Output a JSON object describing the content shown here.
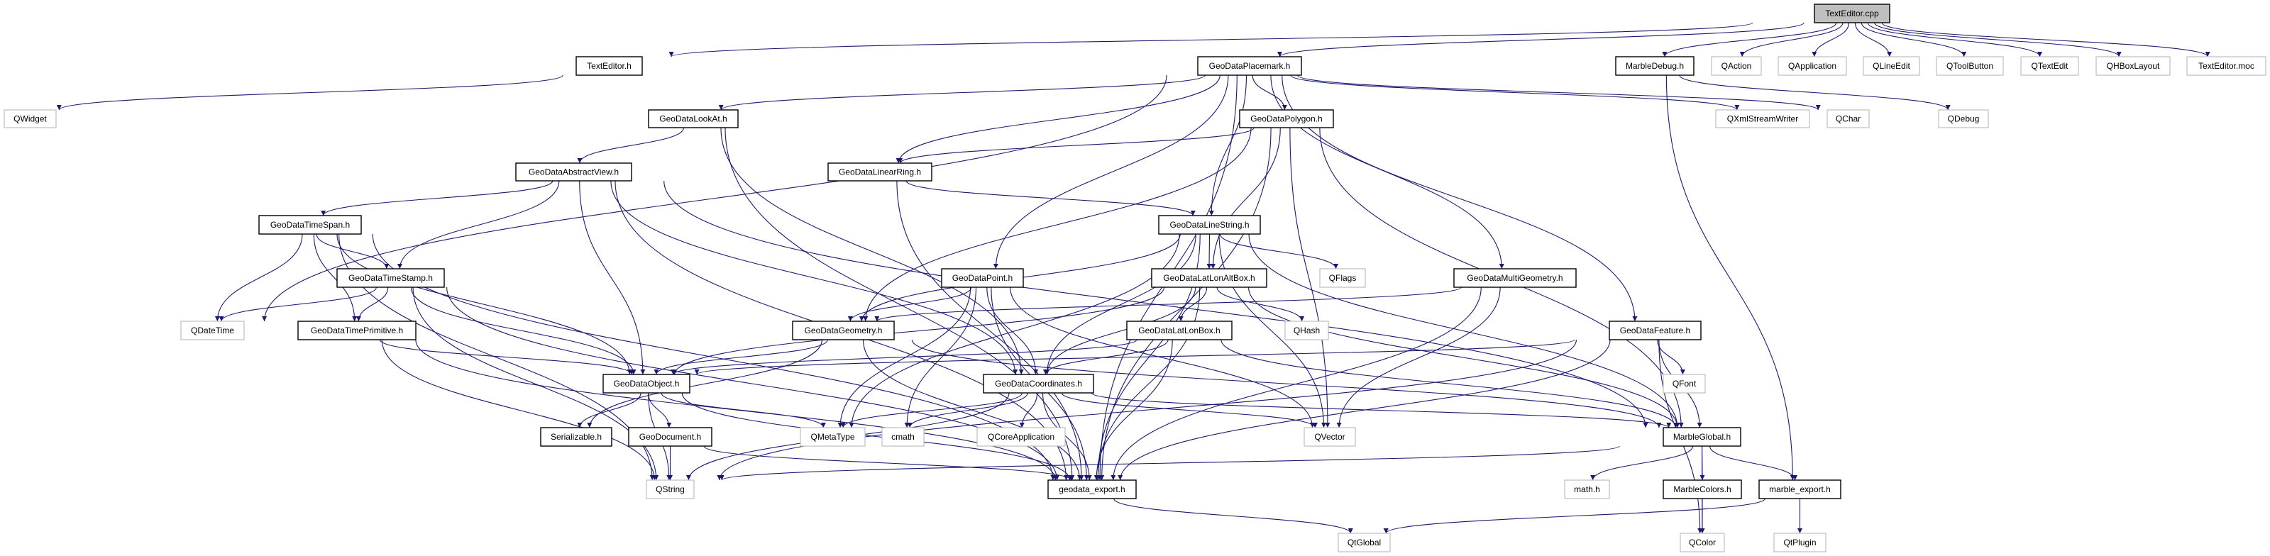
{
  "graph": {
    "type": "include-dependency-graph",
    "colors": {
      "edge": "#191970",
      "root_fill": "#bfbfbf",
      "documented_border": "#000000",
      "external_border": "#bfbfbf",
      "node_fill": "#ffffff"
    },
    "nodes": [
      {
        "label": "TextEditor.cpp",
        "kind": "root"
      },
      {
        "label": "TextEditor.h",
        "kind": "documented"
      },
      {
        "label": "GeoDataPlacemark.h",
        "kind": "documented"
      },
      {
        "label": "MarbleDebug.h",
        "kind": "documented"
      },
      {
        "label": "QAction",
        "kind": "external"
      },
      {
        "label": "QApplication",
        "kind": "external"
      },
      {
        "label": "QLineEdit",
        "kind": "external"
      },
      {
        "label": "QToolButton",
        "kind": "external"
      },
      {
        "label": "QTextEdit",
        "kind": "external"
      },
      {
        "label": "QHBoxLayout",
        "kind": "external"
      },
      {
        "label": "TextEditor.moc",
        "kind": "external"
      },
      {
        "label": "QWidget",
        "kind": "external"
      },
      {
        "label": "GeoDataLookAt.h",
        "kind": "documented"
      },
      {
        "label": "GeoDataPolygon.h",
        "kind": "documented"
      },
      {
        "label": "QXmlStreamWriter",
        "kind": "external"
      },
      {
        "label": "QChar",
        "kind": "external"
      },
      {
        "label": "QDebug",
        "kind": "external"
      },
      {
        "label": "GeoDataAbstractView.h",
        "kind": "documented"
      },
      {
        "label": "GeoDataLinearRing.h",
        "kind": "documented"
      },
      {
        "label": "GeoDataTimeSpan.h",
        "kind": "documented"
      },
      {
        "label": "GeoDataLineString.h",
        "kind": "documented"
      },
      {
        "label": "GeoDataTimeStamp.h",
        "kind": "documented"
      },
      {
        "label": "GeoDataPoint.h",
        "kind": "documented"
      },
      {
        "label": "GeoDataLatLonAltBox.h",
        "kind": "documented"
      },
      {
        "label": "QFlags",
        "kind": "external"
      },
      {
        "label": "GeoDataMultiGeometry.h",
        "kind": "documented"
      },
      {
        "label": "QDateTime",
        "kind": "external"
      },
      {
        "label": "GeoDataTimePrimitive.h",
        "kind": "documented"
      },
      {
        "label": "GeoDataGeometry.h",
        "kind": "documented"
      },
      {
        "label": "GeoDataLatLonBox.h",
        "kind": "documented"
      },
      {
        "label": "QHash",
        "kind": "external"
      },
      {
        "label": "GeoDataFeature.h",
        "kind": "documented"
      },
      {
        "label": "GeoDataObject.h",
        "kind": "documented"
      },
      {
        "label": "GeoDataCoordinates.h",
        "kind": "documented"
      },
      {
        "label": "QFont",
        "kind": "external"
      },
      {
        "label": "Serializable.h",
        "kind": "documented"
      },
      {
        "label": "GeoDocument.h",
        "kind": "documented"
      },
      {
        "label": "QMetaType",
        "kind": "external"
      },
      {
        "label": "cmath",
        "kind": "external"
      },
      {
        "label": "QCoreApplication",
        "kind": "external"
      },
      {
        "label": "QVector",
        "kind": "external"
      },
      {
        "label": "MarbleGlobal.h",
        "kind": "documented"
      },
      {
        "label": "QString",
        "kind": "external"
      },
      {
        "label": "geodata_export.h",
        "kind": "documented"
      },
      {
        "label": "math.h",
        "kind": "external"
      },
      {
        "label": "MarbleColors.h",
        "kind": "documented"
      },
      {
        "label": "marble_export.h",
        "kind": "documented"
      },
      {
        "label": "QtGlobal",
        "kind": "external"
      },
      {
        "label": "QColor",
        "kind": "external"
      },
      {
        "label": "QtPlugin",
        "kind": "external"
      }
    ],
    "edges": [
      [
        "TextEditor.cpp",
        "TextEditor.h"
      ],
      [
        "TextEditor.cpp",
        "GeoDataPlacemark.h"
      ],
      [
        "TextEditor.cpp",
        "MarbleDebug.h"
      ],
      [
        "TextEditor.cpp",
        "QAction"
      ],
      [
        "TextEditor.cpp",
        "QApplication"
      ],
      [
        "TextEditor.cpp",
        "QLineEdit"
      ],
      [
        "TextEditor.cpp",
        "QToolButton"
      ],
      [
        "TextEditor.cpp",
        "QTextEdit"
      ],
      [
        "TextEditor.cpp",
        "QHBoxLayout"
      ],
      [
        "TextEditor.cpp",
        "TextEditor.moc"
      ],
      [
        "TextEditor.h",
        "QWidget"
      ],
      [
        "GeoDataPlacemark.h",
        "GeoDataLookAt.h"
      ],
      [
        "GeoDataPlacemark.h",
        "GeoDataPolygon.h"
      ],
      [
        "GeoDataPlacemark.h",
        "GeoDataLinearRing.h"
      ],
      [
        "GeoDataPlacemark.h",
        "GeoDataLineString.h"
      ],
      [
        "GeoDataPlacemark.h",
        "GeoDataPoint.h"
      ],
      [
        "GeoDataPlacemark.h",
        "GeoDataMultiGeometry.h"
      ],
      [
        "GeoDataPlacemark.h",
        "GeoDataFeature.h"
      ],
      [
        "GeoDataPlacemark.h",
        "QXmlStreamWriter"
      ],
      [
        "GeoDataPlacemark.h",
        "QChar"
      ],
      [
        "GeoDataPlacemark.h",
        "QDateTime"
      ],
      [
        "GeoDataPlacemark.h",
        "geodata_export.h"
      ],
      [
        "GeoDataLookAt.h",
        "GeoDataAbstractView.h"
      ],
      [
        "GeoDataLookAt.h",
        "GeoDataCoordinates.h"
      ],
      [
        "GeoDataLookAt.h",
        "geodata_export.h"
      ],
      [
        "GeoDataAbstractView.h",
        "GeoDataTimeSpan.h"
      ],
      [
        "GeoDataAbstractView.h",
        "GeoDataTimeStamp.h"
      ],
      [
        "GeoDataAbstractView.h",
        "GeoDataObject.h"
      ],
      [
        "GeoDataAbstractView.h",
        "MarbleGlobal.h"
      ],
      [
        "GeoDataAbstractView.h",
        "geodata_export.h"
      ],
      [
        "GeoDataAbstractView.h",
        "GeoDataCoordinates.h"
      ],
      [
        "GeoDataTimeSpan.h",
        "GeoDataTimeStamp.h"
      ],
      [
        "GeoDataTimeSpan.h",
        "GeoDataTimePrimitive.h"
      ],
      [
        "GeoDataTimeSpan.h",
        "QDateTime"
      ],
      [
        "GeoDataTimeSpan.h",
        "GeoDataObject.h"
      ],
      [
        "GeoDataTimeSpan.h",
        "geodata_export.h"
      ],
      [
        "GeoDataTimeSpan.h",
        "QString"
      ],
      [
        "GeoDataTimeStamp.h",
        "QDateTime"
      ],
      [
        "GeoDataTimeStamp.h",
        "GeoDataTimePrimitive.h"
      ],
      [
        "GeoDataTimeStamp.h",
        "GeoDataObject.h"
      ],
      [
        "GeoDataTimeStamp.h",
        "geodata_export.h"
      ],
      [
        "GeoDataTimeStamp.h",
        "QString"
      ],
      [
        "GeoDataTimePrimitive.h",
        "GeoDataObject.h"
      ],
      [
        "GeoDataTimePrimitive.h",
        "geodata_export.h"
      ],
      [
        "GeoDataTimePrimitive.h",
        "QString"
      ],
      [
        "GeoDataObject.h",
        "Serializable.h"
      ],
      [
        "GeoDataObject.h",
        "GeoDocument.h"
      ],
      [
        "GeoDataObject.h",
        "QMetaType"
      ],
      [
        "GeoDataObject.h",
        "geodata_export.h"
      ],
      [
        "GeoDataObject.h",
        "QString"
      ],
      [
        "GeoDocument.h",
        "QString"
      ],
      [
        "GeoDocument.h",
        "geodata_export.h"
      ],
      [
        "GeoDataPolygon.h",
        "GeoDataLinearRing.h"
      ],
      [
        "GeoDataPolygon.h",
        "GeoDataGeometry.h"
      ],
      [
        "GeoDataPolygon.h",
        "GeoDataLatLonAltBox.h"
      ],
      [
        "GeoDataPolygon.h",
        "QVector"
      ],
      [
        "GeoDataPolygon.h",
        "MarbleGlobal.h"
      ],
      [
        "GeoDataPolygon.h",
        "geodata_export.h"
      ],
      [
        "GeoDataLinearRing.h",
        "GeoDataLineString.h"
      ],
      [
        "GeoDataLinearRing.h",
        "geodata_export.h"
      ],
      [
        "GeoDataLineString.h",
        "GeoDataGeometry.h"
      ],
      [
        "GeoDataLineString.h",
        "GeoDataLatLonAltBox.h"
      ],
      [
        "GeoDataLineString.h",
        "GeoDataCoordinates.h"
      ],
      [
        "GeoDataLineString.h",
        "QFlags"
      ],
      [
        "GeoDataLineString.h",
        "QVector"
      ],
      [
        "GeoDataLineString.h",
        "MarbleGlobal.h"
      ],
      [
        "GeoDataLineString.h",
        "QMetaType"
      ],
      [
        "GeoDataLineString.h",
        "geodata_export.h"
      ],
      [
        "GeoDataPoint.h",
        "GeoDataGeometry.h"
      ],
      [
        "GeoDataPoint.h",
        "GeoDataCoordinates.h"
      ],
      [
        "GeoDataPoint.h",
        "QMetaType"
      ],
      [
        "GeoDataPoint.h",
        "cmath"
      ],
      [
        "GeoDataPoint.h",
        "QVector"
      ],
      [
        "GeoDataPoint.h",
        "geodata_export.h"
      ],
      [
        "GeoDataLatLonAltBox.h",
        "GeoDataLatLonBox.h"
      ],
      [
        "GeoDataLatLonAltBox.h",
        "QHash"
      ],
      [
        "GeoDataLatLonAltBox.h",
        "GeoDataObject.h"
      ],
      [
        "GeoDataLatLonAltBox.h",
        "GeoDataCoordinates.h"
      ],
      [
        "GeoDataLatLonAltBox.h",
        "geodata_export.h"
      ],
      [
        "GeoDataLatLonAltBox.h",
        "MarbleGlobal.h"
      ],
      [
        "GeoDataMultiGeometry.h",
        "GeoDataGeometry.h"
      ],
      [
        "GeoDataMultiGeometry.h",
        "QVector"
      ],
      [
        "GeoDataMultiGeometry.h",
        "geodata_export.h"
      ],
      [
        "GeoDataGeometry.h",
        "GeoDataObject.h"
      ],
      [
        "GeoDataGeometry.h",
        "MarbleGlobal.h"
      ],
      [
        "GeoDataGeometry.h",
        "geodata_export.h"
      ],
      [
        "GeoDataGeometry.h",
        "Serializable.h"
      ],
      [
        "GeoDataLatLonBox.h",
        "GeoDataCoordinates.h"
      ],
      [
        "GeoDataLatLonBox.h",
        "GeoDataObject.h"
      ],
      [
        "GeoDataLatLonBox.h",
        "geodata_export.h"
      ],
      [
        "GeoDataLatLonBox.h",
        "MarbleGlobal.h"
      ],
      [
        "GeoDataCoordinates.h",
        "QMetaType"
      ],
      [
        "GeoDataCoordinates.h",
        "cmath"
      ],
      [
        "GeoDataCoordinates.h",
        "QCoreApplication"
      ],
      [
        "GeoDataCoordinates.h",
        "QVector"
      ],
      [
        "GeoDataCoordinates.h",
        "geodata_export.h"
      ],
      [
        "GeoDataCoordinates.h",
        "MarbleGlobal.h"
      ],
      [
        "GeoDataCoordinates.h",
        "QString"
      ],
      [
        "GeoDataFeature.h",
        "GeoDataObject.h"
      ],
      [
        "GeoDataFeature.h",
        "QFont"
      ],
      [
        "GeoDataFeature.h",
        "MarbleGlobal.h"
      ],
      [
        "GeoDataFeature.h",
        "QColor"
      ],
      [
        "GeoDataFeature.h",
        "geodata_export.h"
      ],
      [
        "GeoDataFeature.h",
        "QString"
      ],
      [
        "geodata_export.h",
        "QtGlobal"
      ],
      [
        "MarbleGlobal.h",
        "math.h"
      ],
      [
        "MarbleGlobal.h",
        "MarbleColors.h"
      ],
      [
        "MarbleGlobal.h",
        "marble_export.h"
      ],
      [
        "MarbleGlobal.h",
        "QColor"
      ],
      [
        "MarbleGlobal.h",
        "QString"
      ],
      [
        "MarbleColors.h",
        "QColor"
      ],
      [
        "marble_export.h",
        "QtPlugin"
      ],
      [
        "marble_export.h",
        "QtGlobal"
      ],
      [
        "MarbleDebug.h",
        "QDebug"
      ],
      [
        "MarbleDebug.h",
        "marble_export.h"
      ]
    ]
  }
}
